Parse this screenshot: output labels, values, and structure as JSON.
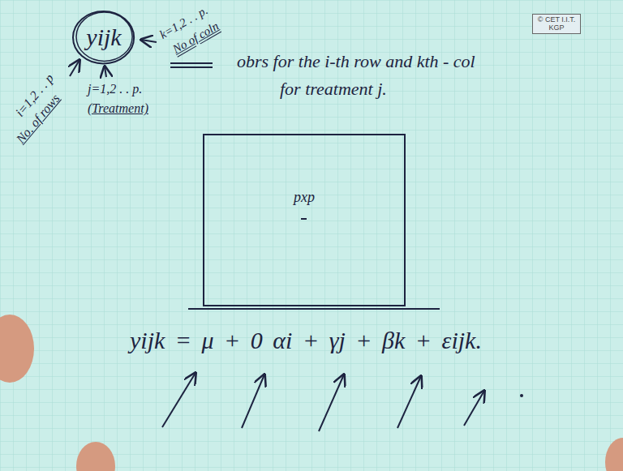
{
  "diagram": {
    "nodes": [
      {
        "text": [
          "yijk"
        ]
      },
      {
        "text": [
          "© CET I.I.T. KGP"
        ]
      },
      {
        "text": [
          "pxp"
        ]
      }
    ],
    "labels": [
      "k=1,2 . . p.",
      "No of coln",
      "i=1,2 . . p",
      "No. of rows",
      "j=1,2 . . p.",
      "(Treatment)",
      "obrs for the i-th row and kth - col",
      "for treatment j.",
      "yijk = μ + 0 αi + γj + βk + εijk."
    ]
  }
}
